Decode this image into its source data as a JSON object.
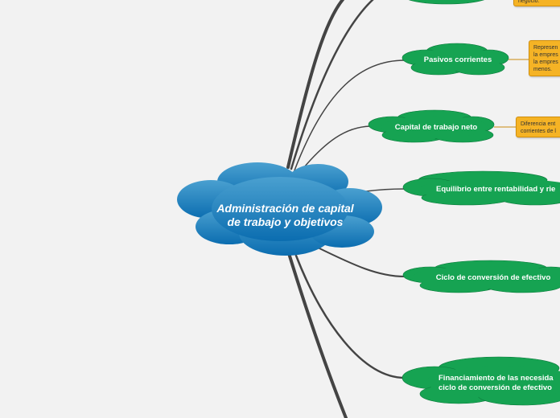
{
  "central": {
    "title": "Administración de capital de trabajo y objetivos"
  },
  "branches": [
    {
      "label": "Pasivos corrientes"
    },
    {
      "label": "Capital de trabajo neto"
    },
    {
      "label": "Equilibrio entre rentabilidad y rie"
    },
    {
      "label": "Ciclo de conversión de efectivo"
    },
    {
      "label": "Financiamiento de las necesida\nciclo de conversión de efectivo"
    }
  ],
  "notes": [
    {
      "text": "negocio."
    },
    {
      "text": "Represen\nla empres\nla empres\nmenos."
    },
    {
      "text": "Diferencia ent\ncorrientes de l"
    }
  ],
  "colors": {
    "background": "#f2f2f2",
    "central_gradient_top": "#4aa0d0",
    "central_gradient_bottom": "#0b6db0",
    "node_fill": "#16a352",
    "node_stroke": "#0b7a3b",
    "connector": "#444444",
    "note_fill": "#f5b325"
  }
}
